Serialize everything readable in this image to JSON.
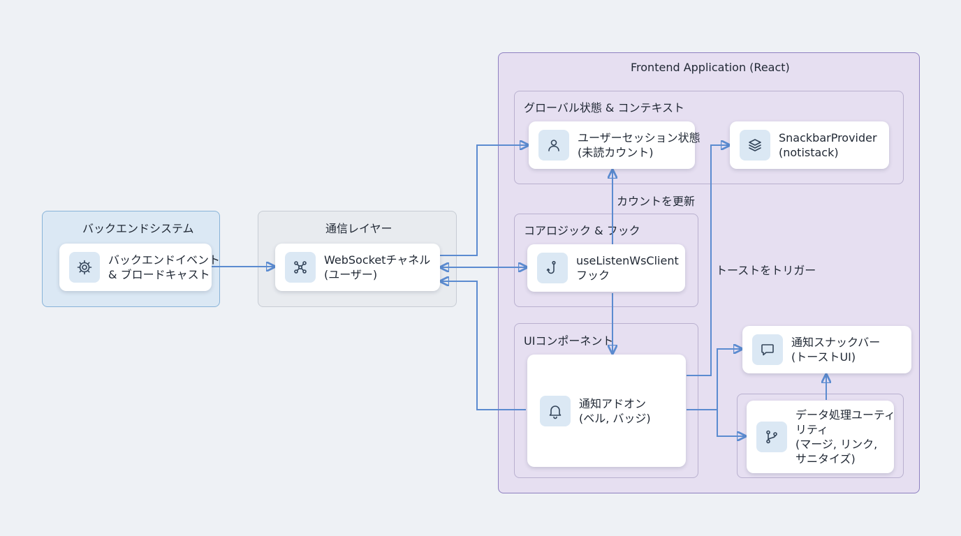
{
  "groups": {
    "frontend": {
      "title": "Frontend Application (React)"
    },
    "backend": {
      "title": "バックエンドシステム"
    },
    "comm": {
      "title": "通信レイヤー"
    },
    "global": {
      "title": "グローバル状態 & コンテキスト"
    },
    "core": {
      "title": "コアロジック & フック"
    },
    "ui": {
      "title": "UIコンポーネント"
    }
  },
  "nodes": {
    "backend_event": {
      "line1": "バックエンドイベント",
      "line2": "& ブロードキャスト",
      "icon": "gear-icon"
    },
    "websocket": {
      "line1": "WebSocketチャネル",
      "line2": "(ユーザー)",
      "icon": "network-icon"
    },
    "session": {
      "line1": "ユーザーセッション状態",
      "line2": "(未読カウント)",
      "icon": "user-icon"
    },
    "snackbar_provider": {
      "line1": "SnackbarProvider",
      "line2": "(notistack)",
      "icon": "layers-icon"
    },
    "hook": {
      "line1": "useListenWsClient",
      "line2": "フック",
      "icon": "hook-icon"
    },
    "addon": {
      "line1": "通知アドオン",
      "line2": "(ベル, バッジ)",
      "icon": "bell-icon"
    },
    "snackbar": {
      "line1": "通知スナックバー",
      "line2": "(トーストUI)",
      "icon": "chat-icon"
    },
    "utility": {
      "line1": "データ処理ユーティ",
      "line2": "リティ",
      "line3": "(マージ, リンク,",
      "line4": "サニタイズ)",
      "icon": "branch-icon"
    }
  },
  "edge_labels": {
    "update_count": "カウントを更新",
    "trigger_toast": "トーストをトリガー"
  },
  "colors": {
    "edge": "#5b8bd0",
    "frontend_fill": "#e6dff1",
    "frontend_border": "#8d7fc0",
    "backend_fill": "#dbe8f4",
    "backend_border": "#88b3d8",
    "comm_fill": "#e8ebef",
    "icon_bg": "#dbe8f4"
  }
}
